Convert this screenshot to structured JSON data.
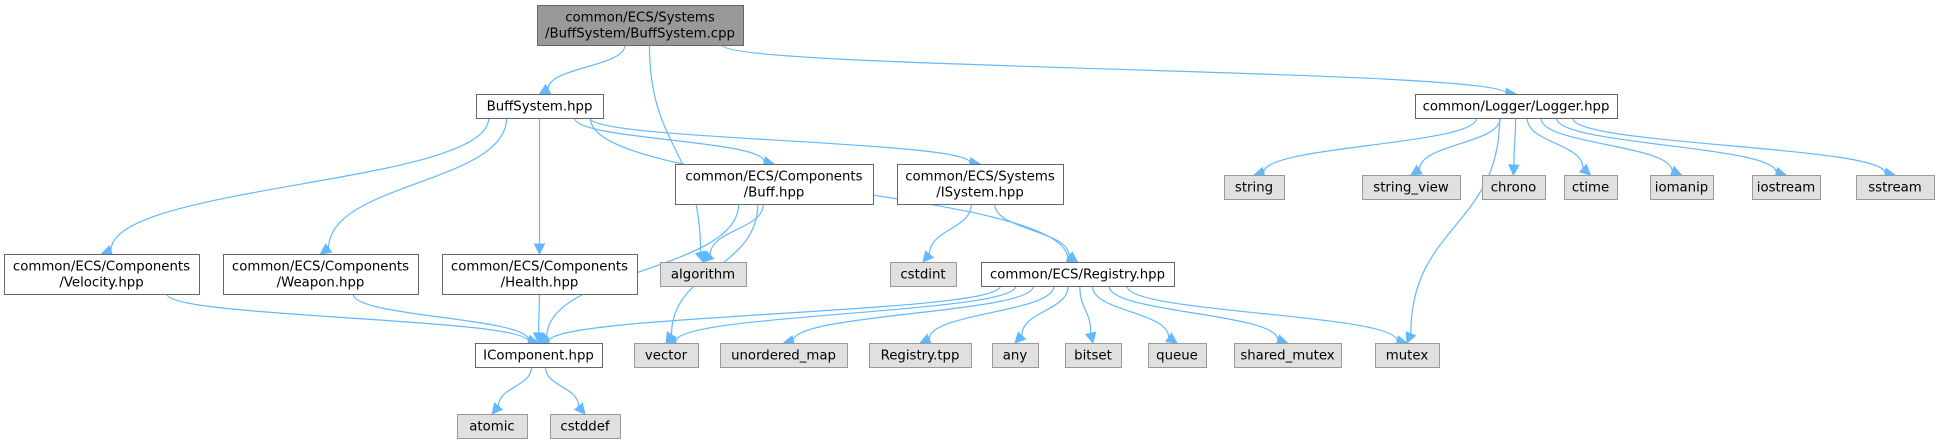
{
  "title": "common/ECS/Systems/BuffSystem/BuffSystem.cpp include dependency graph",
  "colors": {
    "edge": "#63b8ff",
    "root_fill": "#999999",
    "local_fill": "#ffffff",
    "system_fill": "#e0e0e0"
  },
  "nodes": [
    {
      "id": "root",
      "kind": "root",
      "lines": [
        "common/ECS/Systems",
        "/BuffSystem/BuffSystem.cpp"
      ]
    },
    {
      "id": "buffsystem_hpp",
      "kind": "local",
      "lines": [
        "BuffSystem.hpp"
      ]
    },
    {
      "id": "logger_hpp",
      "kind": "local",
      "lines": [
        "common/Logger/Logger.hpp"
      ]
    },
    {
      "id": "buff_hpp",
      "kind": "local",
      "lines": [
        "common/ECS/Components",
        "/Buff.hpp"
      ]
    },
    {
      "id": "isystem_hpp",
      "kind": "local",
      "lines": [
        "common/ECS/Systems",
        "/ISystem.hpp"
      ]
    },
    {
      "id": "velocity_hpp",
      "kind": "local",
      "lines": [
        "common/ECS/Components",
        "/Velocity.hpp"
      ]
    },
    {
      "id": "weapon_hpp",
      "kind": "local",
      "lines": [
        "common/ECS/Components",
        "/Weapon.hpp"
      ]
    },
    {
      "id": "health_hpp",
      "kind": "local",
      "lines": [
        "common/ECS/Components",
        "/Health.hpp"
      ]
    },
    {
      "id": "registry_hpp",
      "kind": "local",
      "lines": [
        "common/ECS/Registry.hpp"
      ]
    },
    {
      "id": "icomponent_hpp",
      "kind": "local",
      "lines": [
        "IComponent.hpp"
      ]
    },
    {
      "id": "algorithm",
      "kind": "system",
      "lines": [
        "algorithm"
      ]
    },
    {
      "id": "cstdint",
      "kind": "system",
      "lines": [
        "cstdint"
      ]
    },
    {
      "id": "vector",
      "kind": "system",
      "lines": [
        "vector"
      ]
    },
    {
      "id": "unordered_map",
      "kind": "system",
      "lines": [
        "unordered_map"
      ]
    },
    {
      "id": "registry_tpp",
      "kind": "system",
      "lines": [
        "Registry.tpp"
      ]
    },
    {
      "id": "any",
      "kind": "system",
      "lines": [
        "any"
      ]
    },
    {
      "id": "bitset",
      "kind": "system",
      "lines": [
        "bitset"
      ]
    },
    {
      "id": "queue",
      "kind": "system",
      "lines": [
        "queue"
      ]
    },
    {
      "id": "shared_mutex",
      "kind": "system",
      "lines": [
        "shared_mutex"
      ]
    },
    {
      "id": "mutex",
      "kind": "system",
      "lines": [
        "mutex"
      ]
    },
    {
      "id": "atomic",
      "kind": "system",
      "lines": [
        "atomic"
      ]
    },
    {
      "id": "cstddef",
      "kind": "system",
      "lines": [
        "cstddef"
      ]
    },
    {
      "id": "string",
      "kind": "system",
      "lines": [
        "string"
      ]
    },
    {
      "id": "string_view",
      "kind": "system",
      "lines": [
        "string_view"
      ]
    },
    {
      "id": "chrono",
      "kind": "system",
      "lines": [
        "chrono"
      ]
    },
    {
      "id": "ctime",
      "kind": "system",
      "lines": [
        "ctime"
      ]
    },
    {
      "id": "iomanip",
      "kind": "system",
      "lines": [
        "iomanip"
      ]
    },
    {
      "id": "iostream",
      "kind": "system",
      "lines": [
        "iostream"
      ]
    },
    {
      "id": "sstream",
      "kind": "system",
      "lines": [
        "sstream"
      ]
    }
  ],
  "edges": [
    [
      "root",
      "buffsystem_hpp"
    ],
    [
      "root",
      "algorithm"
    ],
    [
      "root",
      "logger_hpp"
    ],
    [
      "buffsystem_hpp",
      "velocity_hpp"
    ],
    [
      "buffsystem_hpp",
      "weapon_hpp"
    ],
    [
      "buffsystem_hpp",
      "health_hpp"
    ],
    [
      "buffsystem_hpp",
      "buff_hpp"
    ],
    [
      "buffsystem_hpp",
      "isystem_hpp"
    ],
    [
      "buffsystem_hpp",
      "registry_hpp"
    ],
    [
      "velocity_hpp",
      "icomponent_hpp"
    ],
    [
      "weapon_hpp",
      "icomponent_hpp"
    ],
    [
      "health_hpp",
      "icomponent_hpp"
    ],
    [
      "buff_hpp",
      "algorithm"
    ],
    [
      "buff_hpp",
      "icomponent_hpp"
    ],
    [
      "buff_hpp",
      "vector"
    ],
    [
      "isystem_hpp",
      "cstdint"
    ],
    [
      "isystem_hpp",
      "registry_hpp"
    ],
    [
      "registry_hpp",
      "icomponent_hpp"
    ],
    [
      "registry_hpp",
      "vector"
    ],
    [
      "registry_hpp",
      "unordered_map"
    ],
    [
      "registry_hpp",
      "registry_tpp"
    ],
    [
      "registry_hpp",
      "any"
    ],
    [
      "registry_hpp",
      "bitset"
    ],
    [
      "registry_hpp",
      "queue"
    ],
    [
      "registry_hpp",
      "shared_mutex"
    ],
    [
      "registry_hpp",
      "mutex"
    ],
    [
      "icomponent_hpp",
      "atomic"
    ],
    [
      "icomponent_hpp",
      "cstddef"
    ],
    [
      "logger_hpp",
      "string"
    ],
    [
      "logger_hpp",
      "string_view"
    ],
    [
      "logger_hpp",
      "chrono"
    ],
    [
      "logger_hpp",
      "ctime"
    ],
    [
      "logger_hpp",
      "iomanip"
    ],
    [
      "logger_hpp",
      "iostream"
    ],
    [
      "logger_hpp",
      "sstream"
    ],
    [
      "logger_hpp",
      "mutex"
    ]
  ]
}
